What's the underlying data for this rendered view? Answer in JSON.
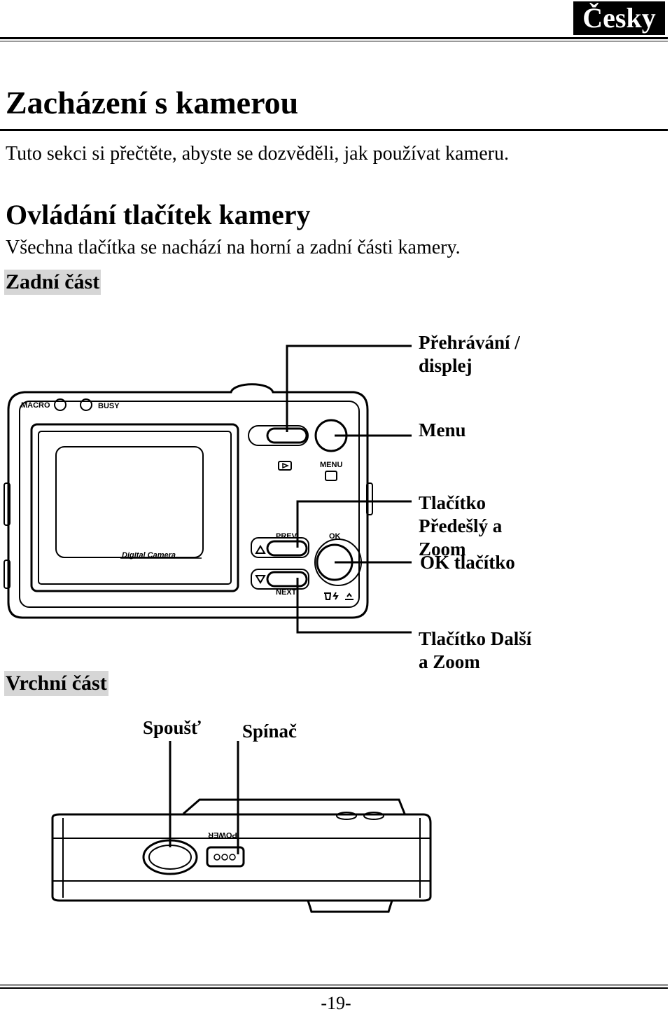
{
  "header": {
    "language_tab": "Česky"
  },
  "title": "Zacházení s kamerou",
  "intro": "Tuto sekci si přečtěte, abyste se dozvěděli, jak používat kameru.",
  "subtitle": "Ovládání tlačítek kamery",
  "description": "Všechna tlačítka se nachází na horní a zadní části kamery.",
  "back_section": {
    "label": "Zadní část",
    "camera_labels": {
      "macro": "MACRO",
      "busy": "BUSY",
      "menu": "MENU",
      "prev": "PREV",
      "ok": "OK",
      "next": "NEXT",
      "screen": "Digital Camera"
    },
    "callouts": {
      "playback_line1": "Přehrávání /",
      "playback_line2": "displej",
      "menu": "Menu",
      "prev_line1": "Tlačítko",
      "prev_line2": "Předešlý a",
      "prev_line3": "Zoom",
      "ok": "OK tlačítko",
      "next_line1": "Tlačítko Další",
      "next_line2": "a Zoom"
    }
  },
  "top_section": {
    "label": "Vrchní část",
    "camera_labels": {
      "power": "POWER"
    },
    "callouts": {
      "shutter": "Spoušť",
      "power_switch": "Spínač"
    }
  },
  "footer": {
    "page_number": "-19-"
  }
}
